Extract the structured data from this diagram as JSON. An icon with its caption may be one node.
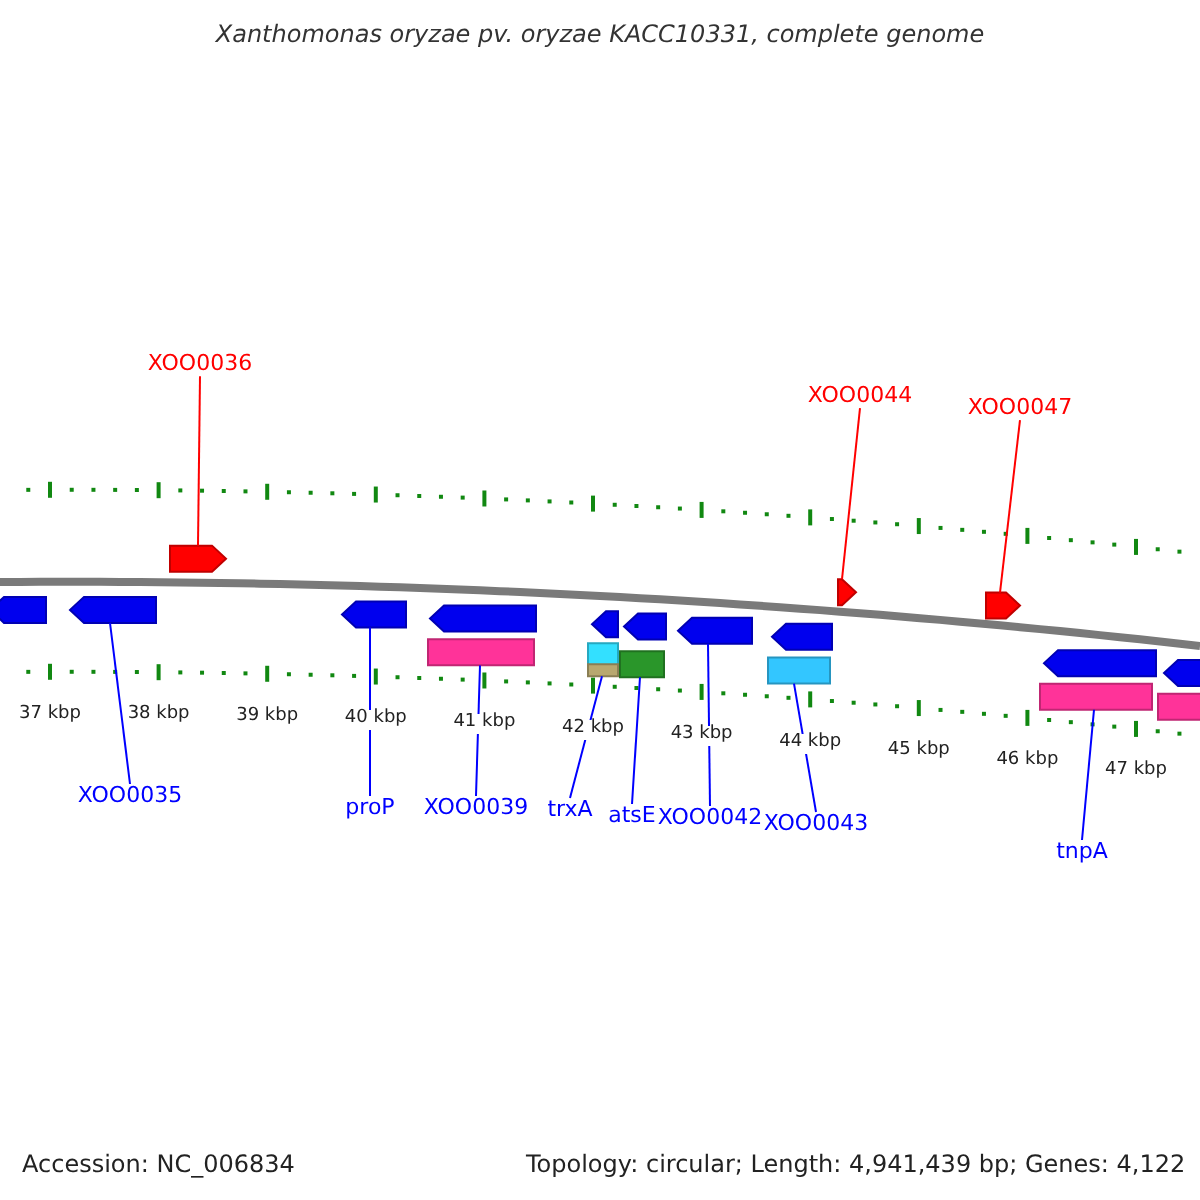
{
  "diagram": {
    "title": "Xanthomonas oryzae pv. oryzae KACC10331, complete genome",
    "nodes": [
      {
        "text": [
          "XOO0036"
        ]
      },
      {
        "text": [
          "XOO0044"
        ]
      },
      {
        "text": [
          "XOO0047"
        ]
      },
      {
        "text": [
          "XOO0035"
        ]
      },
      {
        "text": [
          "proP"
        ]
      },
      {
        "text": [
          "XOO0039"
        ]
      },
      {
        "text": [
          "trxA"
        ]
      },
      {
        "text": [
          "atsE"
        ]
      },
      {
        "text": [
          "XOO0042"
        ]
      },
      {
        "text": [
          "XOO0043"
        ]
      },
      {
        "text": [
          "tnpA"
        ]
      },
      {
        "text": [],
        "shape": "arrow"
      },
      {
        "text": [],
        "shape": "arrow"
      },
      {
        "text": [],
        "shape": "arrow"
      },
      {
        "text": [],
        "shape": "arrow"
      },
      {
        "text": [],
        "shape": "box"
      },
      {
        "text": [],
        "shape": "arrow"
      },
      {
        "text": [],
        "shape": "box"
      },
      {
        "text": [],
        "shape": "box"
      },
      {
        "text": [],
        "shape": "arrow"
      },
      {
        "text": [],
        "shape": "box"
      },
      {
        "text": [],
        "shape": "arrow"
      },
      {
        "text": [],
        "shape": "arrow"
      },
      {
        "text": [],
        "shape": "box"
      },
      {
        "text": [],
        "shape": "arrow"
      },
      {
        "text": [],
        "shape": "arrow"
      },
      {
        "text": [],
        "shape": "arrow"
      },
      {
        "text": [],
        "shape": "box"
      },
      {
        "text": [],
        "shape": "arrow"
      },
      {
        "text": [],
        "shape": "box"
      },
      {
        "text": [],
        "shape": "arrow"
      }
    ],
    "edges": [
      {
        "from": 0,
        "to": 13,
        "arrow": "none",
        "color": "#ff0000"
      },
      {
        "from": 1,
        "to": 25,
        "arrow": "none",
        "color": "#ff0000"
      },
      {
        "from": 2,
        "to": 26,
        "arrow": "none",
        "color": "#ff0000"
      },
      {
        "from": 3,
        "to": 12,
        "arrow": "none"
      },
      {
        "from": 4,
        "to": 14,
        "arrow": "none"
      },
      {
        "from": 5,
        "to": 15,
        "arrow": "none"
      },
      {
        "from": 6,
        "to": 18,
        "arrow": "none"
      },
      {
        "from": 7,
        "to": 20,
        "arrow": "none"
      },
      {
        "from": 8,
        "to": 22,
        "arrow": "none"
      },
      {
        "from": 9,
        "to": 23,
        "arrow": "none"
      },
      {
        "from": 10,
        "to": 27,
        "arrow": "none"
      }
    ],
    "labels": [
      "37 kbp",
      "38 kbp",
      "39 kbp",
      "40 kbp",
      "41 kbp",
      "42 kbp",
      "43 kbp",
      "44 kbp",
      "45 kbp",
      "46 kbp",
      "47 kbp",
      "Accession: NC_006834",
      "Topology: circular; Length: 4,941,439 bp; Genes: 4,122"
    ]
  }
}
